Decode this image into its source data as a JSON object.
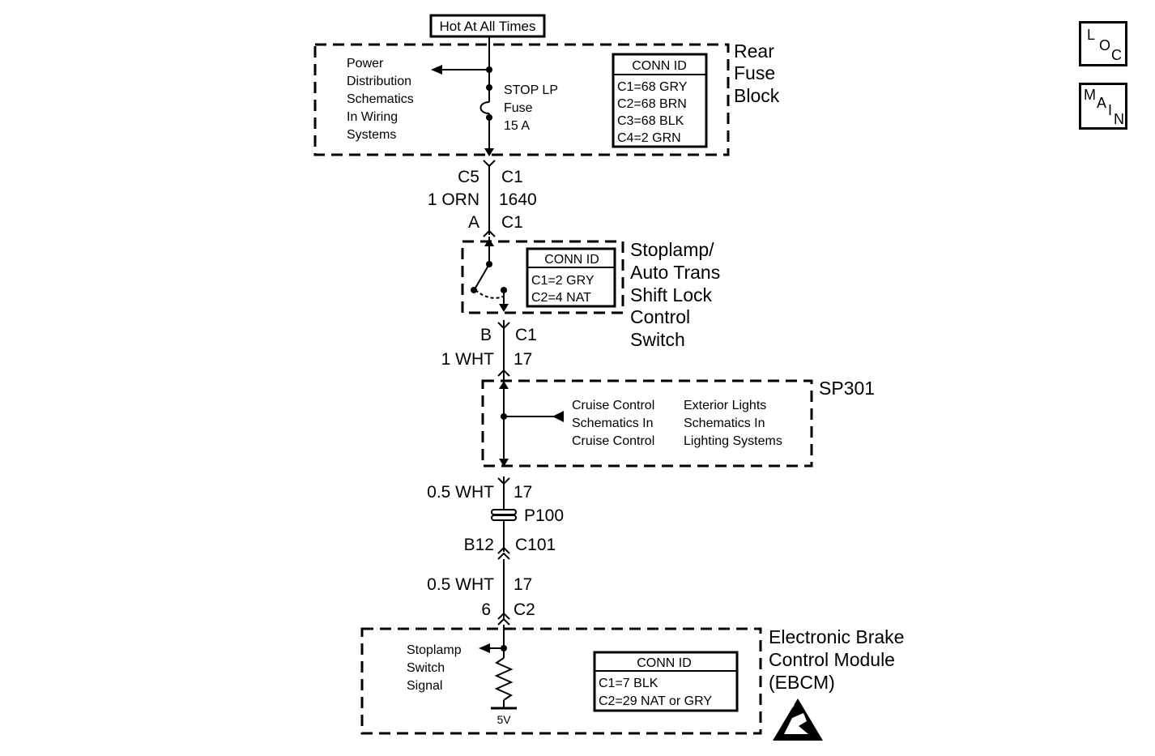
{
  "source": {
    "label": "Hot At All Times"
  },
  "rear_fuse_block": {
    "name_lines": [
      "Rear",
      "Fuse",
      "Block"
    ],
    "ref_lines": [
      "Power",
      "Distribution",
      "Schematics",
      "In Wiring",
      "Systems"
    ],
    "fuse_lines": [
      "STOP LP",
      "Fuse",
      "15 A"
    ],
    "conn_title": "CONN ID",
    "conn_lines": [
      "C1=68 GRY",
      "C2=68 BRN",
      "C3=68 BLK",
      "C4=2 GRN"
    ]
  },
  "wire1": {
    "top_pin": "C5",
    "top_conn": "C1",
    "color": "1 ORN",
    "circuit": "1640",
    "bottom_pin": "A",
    "bottom_conn": "C1"
  },
  "switch": {
    "name_lines": [
      "Stoplamp/",
      "Auto Trans",
      "Shift Lock",
      "Control",
      "Switch"
    ],
    "conn_title": "CONN ID",
    "conn_lines": [
      "C1=2 GRY",
      "C2=4 NAT"
    ]
  },
  "wire2": {
    "pin": "B",
    "conn": "C1",
    "color": "1 WHT",
    "circuit": "17"
  },
  "splice": {
    "name": "SP301",
    "ref1_lines": [
      "Cruise Control",
      "Schematics In",
      "Cruise Control"
    ],
    "ref2_lines": [
      "Exterior Lights",
      "Schematics In",
      "Lighting Systems"
    ]
  },
  "wire3": {
    "color": "0.5 WHT",
    "circuit": "17"
  },
  "passthrough": {
    "name": "P100"
  },
  "connector": {
    "pin": "B12",
    "name": "C101"
  },
  "wire4": {
    "color": "0.5 WHT",
    "circuit": "17",
    "pin": "6",
    "conn": "C2"
  },
  "ebcm": {
    "name_lines": [
      "Electronic Brake",
      "Control Module",
      "(EBCM)"
    ],
    "signal_lines": [
      "Stoplamp",
      "Switch",
      "Signal"
    ],
    "voltage": "5V",
    "conn_title": "CONN ID",
    "conn_lines": [
      "C1=7 BLK",
      "C2=29 NAT or GRY"
    ]
  },
  "nav": {
    "loc": [
      "L",
      "O",
      "C"
    ],
    "main": [
      "M",
      "A",
      "I",
      "N"
    ]
  }
}
